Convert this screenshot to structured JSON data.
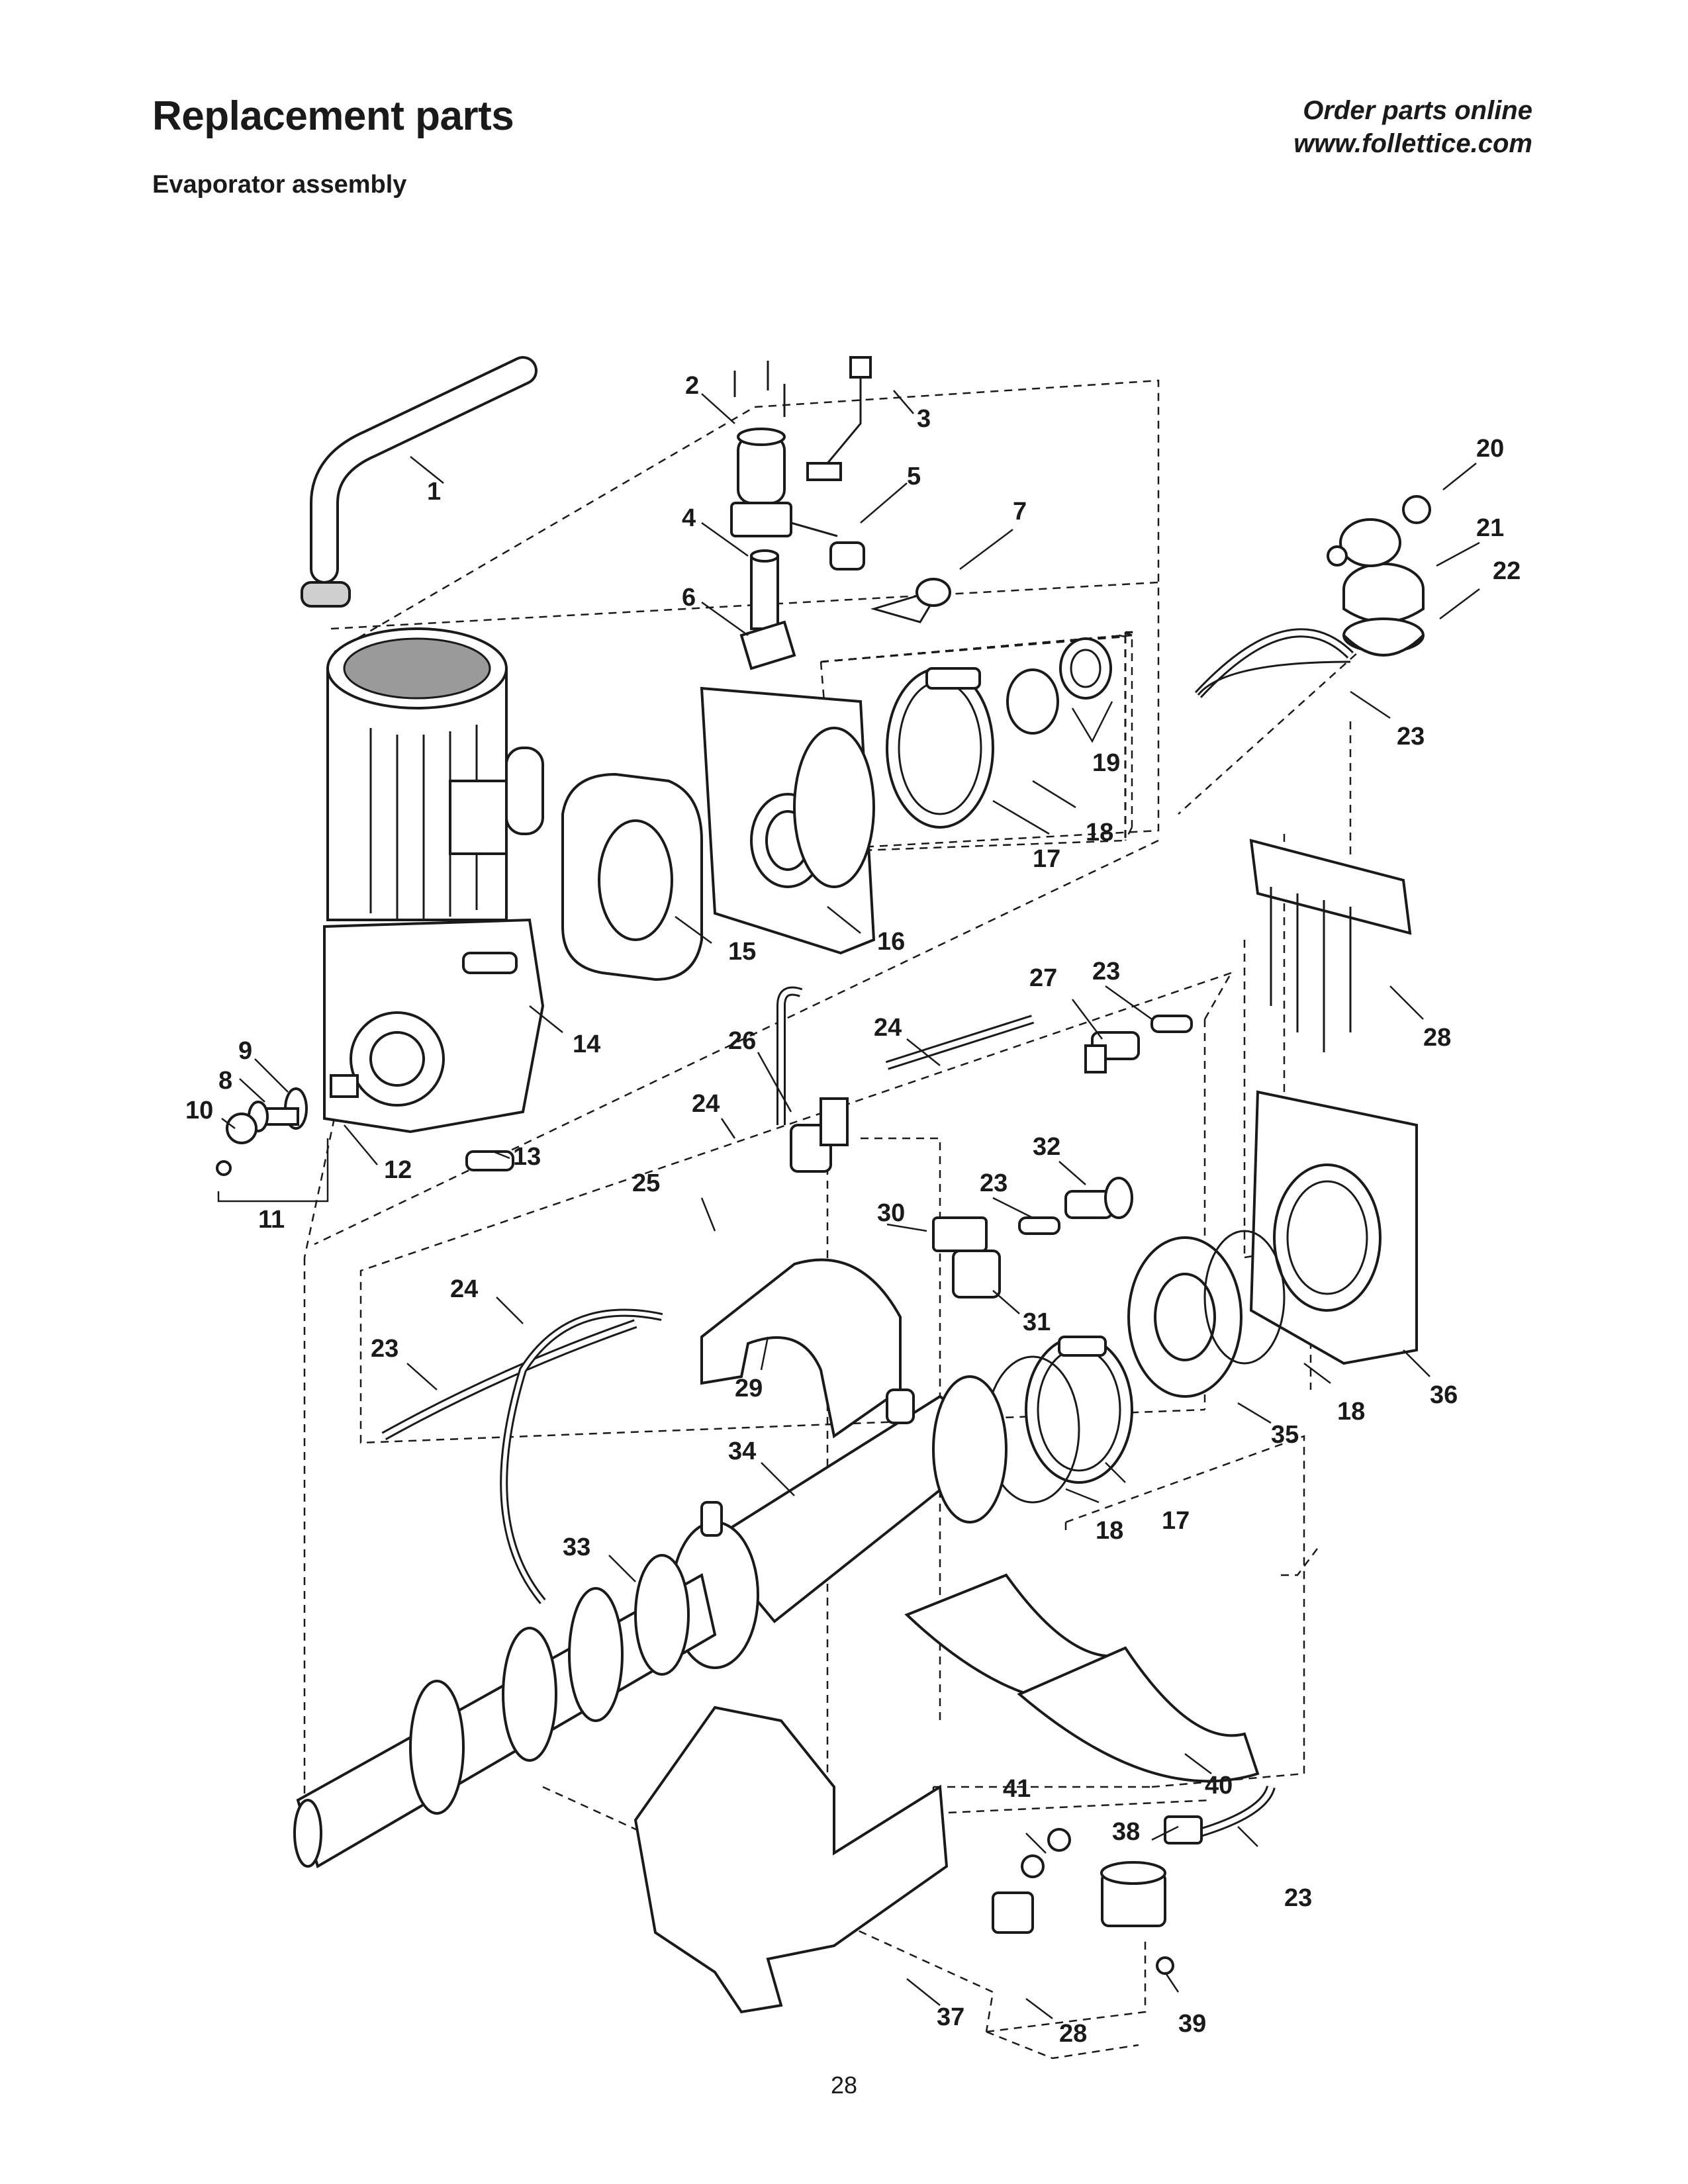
{
  "header": {
    "title": "Replacement parts",
    "subtitle": "Evaporator assembly",
    "order_line1": "Order parts online",
    "order_line2": "www.follettice.com"
  },
  "footer": {
    "page_number": "28"
  },
  "callouts": {
    "c1": "1",
    "c2": "2",
    "c3": "3",
    "c4": "4",
    "c5": "5",
    "c6": "6",
    "c7": "7",
    "c8": "8",
    "c9": "9",
    "c10": "10",
    "c11": "11",
    "c12": "12",
    "c13": "13",
    "c14": "14",
    "c15": "15",
    "c16": "16",
    "c17a": "17",
    "c17b": "17",
    "c18a": "18",
    "c18b": "18",
    "c18c": "18",
    "c19": "19",
    "c20": "20",
    "c21": "21",
    "c22": "22",
    "c23a": "23",
    "c23b": "23",
    "c23c": "23",
    "c23d": "23",
    "c23e": "23",
    "c24a": "24",
    "c24b": "24",
    "c24c": "24",
    "c25": "25",
    "c26": "26",
    "c27": "27",
    "c28a": "28",
    "c28b": "28",
    "c29": "29",
    "c30": "30",
    "c31": "31",
    "c32": "32",
    "c33": "33",
    "c34": "34",
    "c35": "35",
    "c36": "36",
    "c37": "37",
    "c38": "38",
    "c39": "39",
    "c40": "40",
    "c41": "41"
  },
  "colors": {
    "ink": "#1a1a1a",
    "paper": "#ffffff",
    "shade": "#cfcfcf"
  }
}
